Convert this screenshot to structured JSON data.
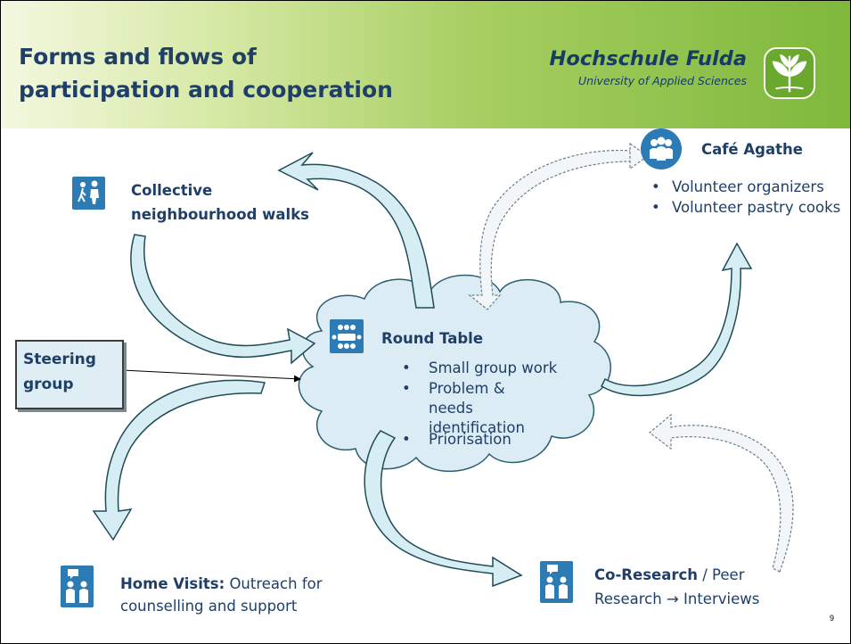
{
  "header": {
    "title": "Forms and flows of\nparticipation and cooperation",
    "university_name": "Hochschule Fulda",
    "university_subtitle": "University of Applied Sciences"
  },
  "nodes": {
    "walks": {
      "label": "Collective\nneighbourhood walks"
    },
    "steering": {
      "label": "Steering\ngroup"
    },
    "round_table": {
      "label": "Round Table",
      "bullets": [
        "Small group work",
        "Problem & needs identification",
        "Priorisation"
      ]
    },
    "cafe": {
      "label": "Café Agathe",
      "bullets": [
        "Volunteer organizers",
        "Volunteer pastry cooks"
      ]
    },
    "home": {
      "label_bold": "Home Visits:",
      "label_rest": " Outreach for counselling and support"
    },
    "research": {
      "label_bold": "Co-Research",
      "label_rest": " / Peer Research → Interviews"
    }
  },
  "page_number": "9",
  "colors": {
    "title": "#1f3f68",
    "icon": "#2c7bb5",
    "arrow_fill": "#d7edf4",
    "arrow_stroke": "#1f4c56",
    "cloud_fill": "#dcecf4",
    "header_green": "#7eb83c"
  },
  "icons": {
    "walks": "walking-people-icon",
    "round_table": "meeting-table-icon",
    "cafe": "people-group-icon",
    "home": "conversation-people-icon",
    "research": "conversation-people-icon",
    "logo": "leaf-logo-icon"
  }
}
